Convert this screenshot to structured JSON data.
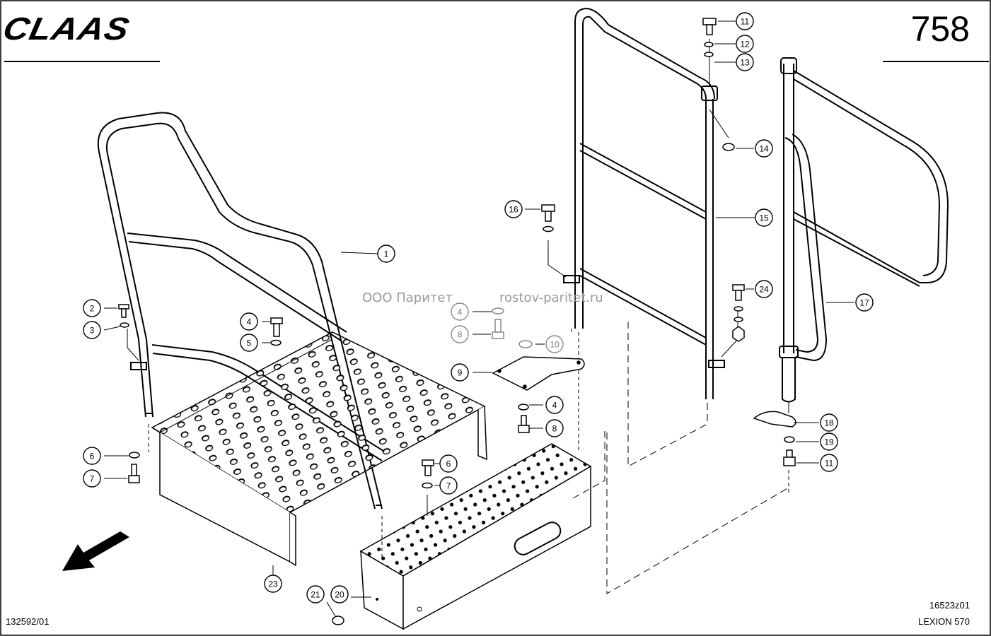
{
  "header": {
    "brand": "CLAAS",
    "page_number": "758"
  },
  "footer": {
    "doc_number": "132592/01",
    "drawing_code": "16523z01",
    "model": "LEXION 570"
  },
  "watermark": {
    "company": "ООО Паритет",
    "site": "rostov-paritet.ru"
  },
  "callouts": [
    {
      "num": "1",
      "style": "normal"
    },
    {
      "num": "2",
      "style": "normal"
    },
    {
      "num": "3",
      "style": "normal"
    },
    {
      "num": "4",
      "style": "normal"
    },
    {
      "num": "5",
      "style": "normal"
    },
    {
      "num": "6",
      "style": "normal"
    },
    {
      "num": "7",
      "style": "normal"
    },
    {
      "num": "4",
      "style": "faded"
    },
    {
      "num": "8",
      "style": "faded"
    },
    {
      "num": "10",
      "style": "faded"
    },
    {
      "num": "9",
      "style": "normal"
    },
    {
      "num": "4",
      "style": "normal"
    },
    {
      "num": "8",
      "style": "normal"
    },
    {
      "num": "6",
      "style": "normal"
    },
    {
      "num": "7",
      "style": "normal"
    },
    {
      "num": "23",
      "style": "normal"
    },
    {
      "num": "21",
      "style": "normal"
    },
    {
      "num": "20",
      "style": "normal"
    },
    {
      "num": "16",
      "style": "normal"
    },
    {
      "num": "11",
      "style": "normal"
    },
    {
      "num": "12",
      "style": "normal"
    },
    {
      "num": "13",
      "style": "normal"
    },
    {
      "num": "14",
      "style": "normal"
    },
    {
      "num": "15",
      "style": "normal"
    },
    {
      "num": "24",
      "style": "normal"
    },
    {
      "num": "17",
      "style": "normal"
    },
    {
      "num": "18",
      "style": "normal"
    },
    {
      "num": "19",
      "style": "normal"
    },
    {
      "num": "11",
      "style": "normal"
    }
  ],
  "icons": {
    "direction_arrow": "arrow-down-left-icon"
  }
}
